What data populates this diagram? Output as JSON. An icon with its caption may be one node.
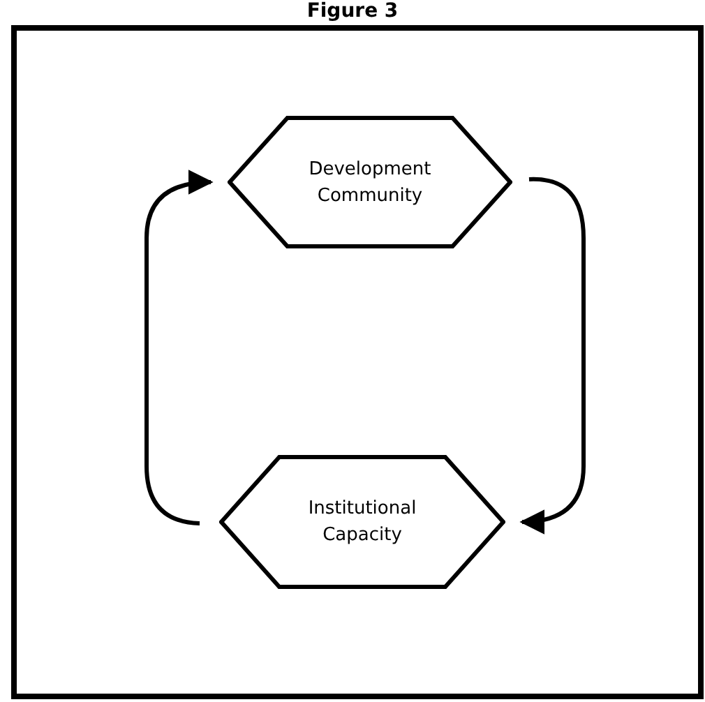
{
  "diagram": {
    "title": "Figure 3",
    "nodes": [
      {
        "text": [
          "Development Community"
        ]
      },
      {
        "text": [
          "Institutional Capacity"
        ]
      }
    ],
    "edges": [
      {
        "from": 0,
        "to": 1,
        "arrow": "to"
      },
      {
        "from": 1,
        "to": 0,
        "arrow": "to"
      }
    ]
  }
}
